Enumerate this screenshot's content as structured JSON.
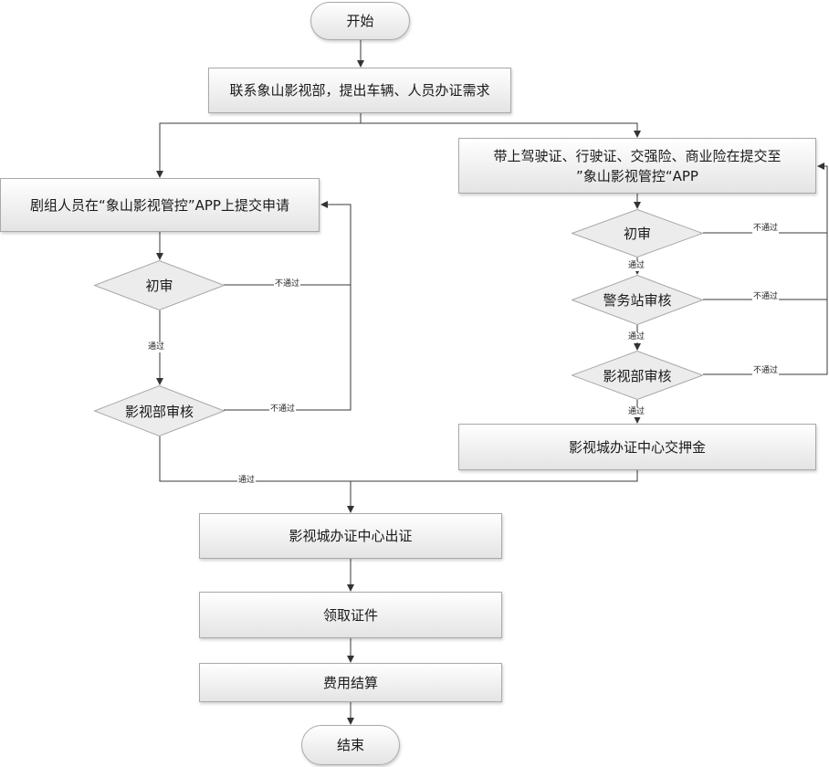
{
  "nodes": {
    "start": "开始",
    "contact": "联系象山影视部，提出车辆、人员办证需求",
    "crew_submit": "剧组人员在“象山影视管控”APP上提交申请",
    "crew_initial": "初审",
    "crew_dept_review": "影视部审核",
    "vehicle_submit_line1": "带上驾驶证、行驶证、交强险、商业险在提交至",
    "vehicle_submit_line2": "”象山影视管控“APP",
    "vehicle_initial": "初审",
    "police_review": "警务站审核",
    "vehicle_dept_review": "影视部审核",
    "deposit": "影视城办证中心交押金",
    "issue": "影视城办证中心出证",
    "collect": "领取证件",
    "settle": "费用结算",
    "end": "结束"
  },
  "edge_labels": {
    "pass": "通过",
    "fail": "不通过"
  }
}
